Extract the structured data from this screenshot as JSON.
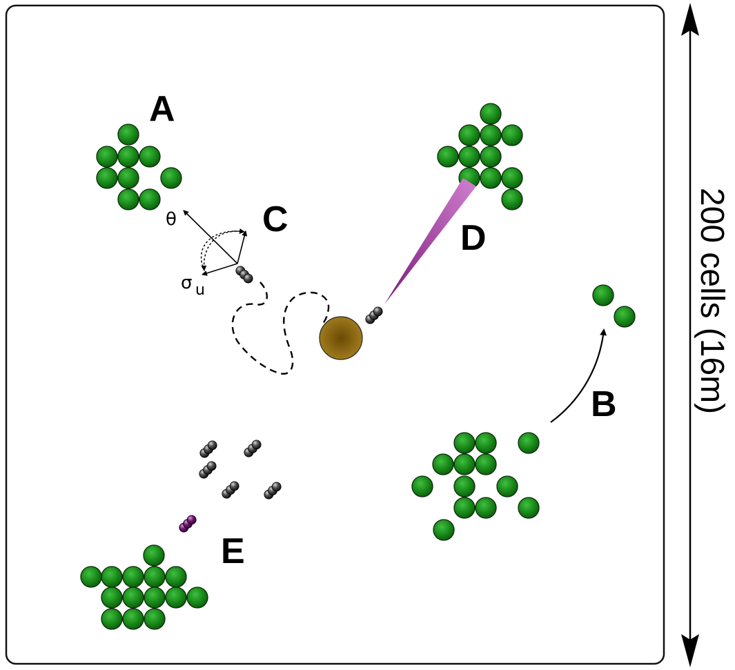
{
  "labels": {
    "a": "A",
    "b": "B",
    "c": "C",
    "d": "D",
    "e": "E"
  },
  "symbols": {
    "theta": "θ",
    "sigma": "σ",
    "sigma_sub": "u"
  },
  "scale_label": "200 cells (16m)",
  "colors": {
    "plant": "#1e8a1e",
    "plant_dark": "#0a4a0a",
    "agent": "#3a3a3a",
    "agent_highlight": "#6a146a",
    "beam": "#a040a0",
    "home": "#8b6914",
    "frame": "#111111"
  },
  "icons": [
    "plant-cell",
    "agent-chain",
    "home-nest",
    "vision-beam",
    "path-trace",
    "direction-vector"
  ]
}
